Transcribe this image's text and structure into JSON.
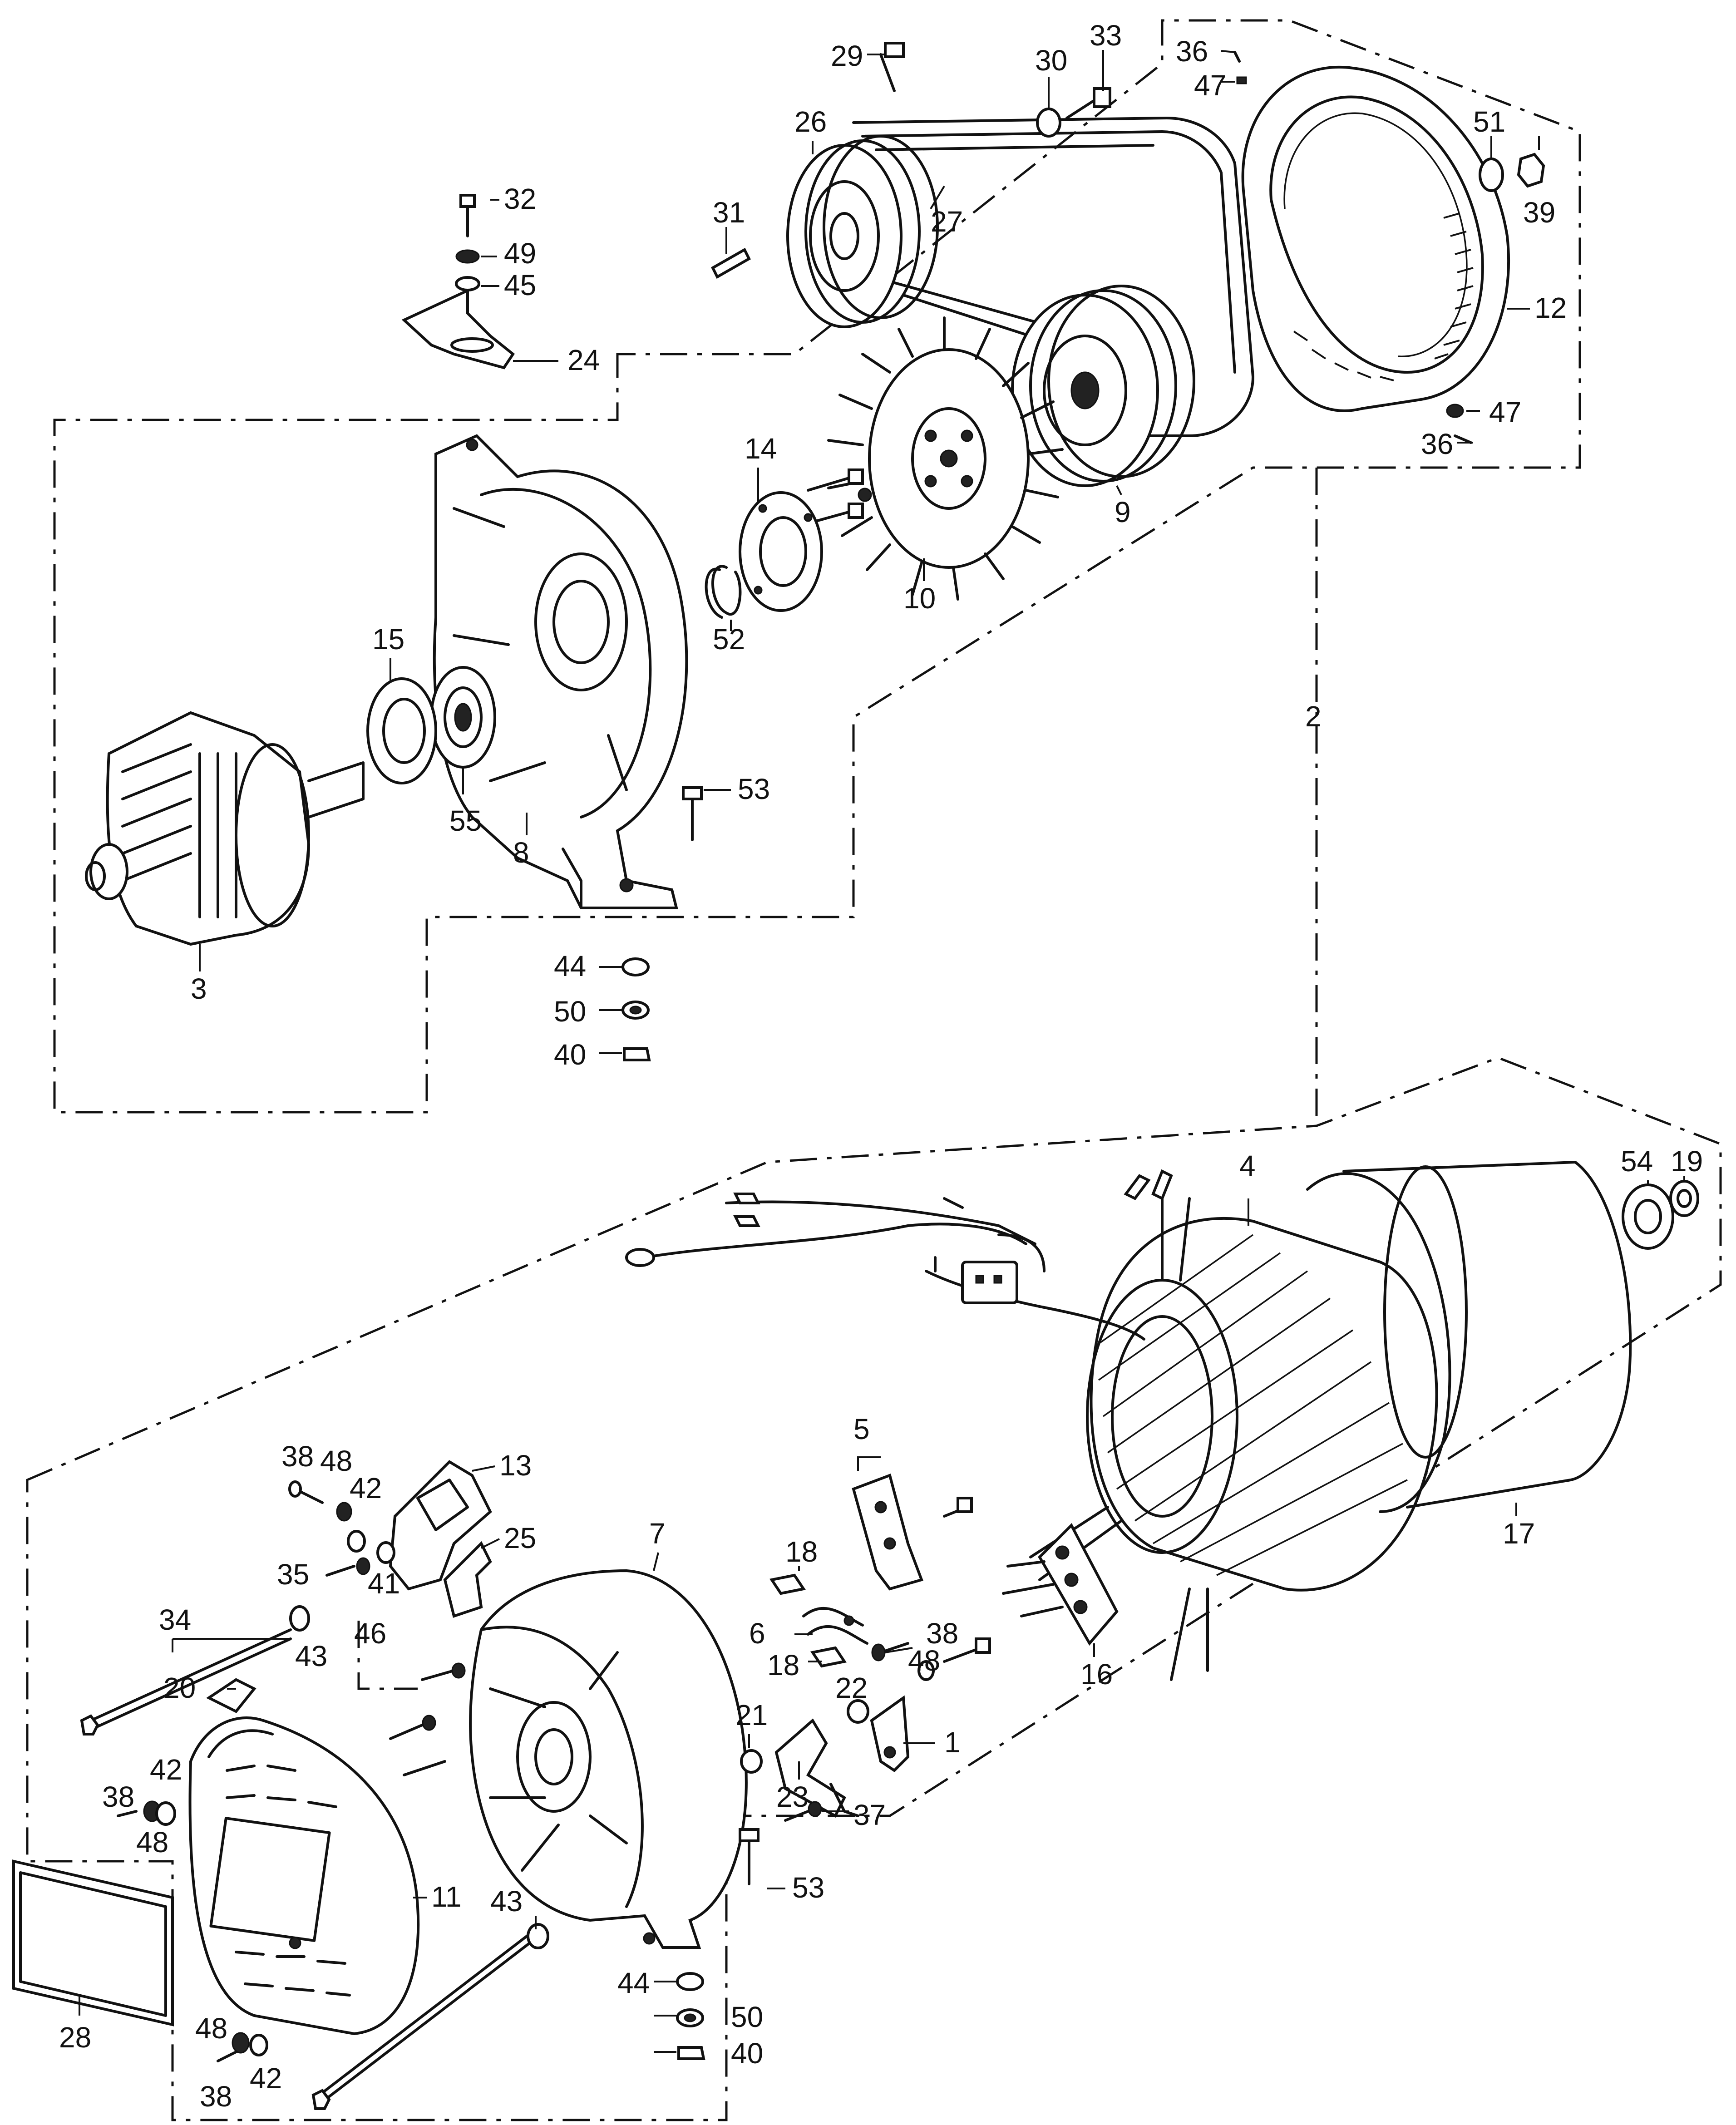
{
  "labels": {
    "n1": "1",
    "n2": "2",
    "n3": "3",
    "n4": "4",
    "n5": "5",
    "n6": "6",
    "n7": "7",
    "n8": "8",
    "n9": "9",
    "n10": "10",
    "n11": "11",
    "n12": "12",
    "n13": "13",
    "n14": "14",
    "n15": "15",
    "n16": "16",
    "n17": "17",
    "n18a": "18",
    "n18b": "18",
    "n19": "19",
    "n20": "20",
    "n21": "21",
    "n22": "22",
    "n23": "23",
    "n24": "24",
    "n25": "25",
    "n26": "26",
    "n27": "27",
    "n28": "28",
    "n29": "29",
    "n30": "30",
    "n31": "31",
    "n32": "32",
    "n33": "33",
    "n34": "34",
    "n35": "35",
    "n36a": "36",
    "n36b": "36",
    "n37": "37",
    "n38a": "38",
    "n38b": "38",
    "n38c": "38",
    "n38d": "38",
    "n39": "39",
    "n40a": "40",
    "n40b": "40",
    "n41": "41",
    "n42a": "42",
    "n42b": "42",
    "n42c": "42",
    "n43a": "43",
    "n43b": "43",
    "n44a": "44",
    "n44b": "44",
    "n45": "45",
    "n46": "46",
    "n47a": "47",
    "n47b": "47",
    "n48a": "48",
    "n48b": "48",
    "n48c": "48",
    "n48d": "48",
    "n49": "49",
    "n50a": "50",
    "n50b": "50",
    "n51": "51",
    "n52": "52",
    "n53a": "53",
    "n53b": "53",
    "n54": "54",
    "n55": "55"
  }
}
